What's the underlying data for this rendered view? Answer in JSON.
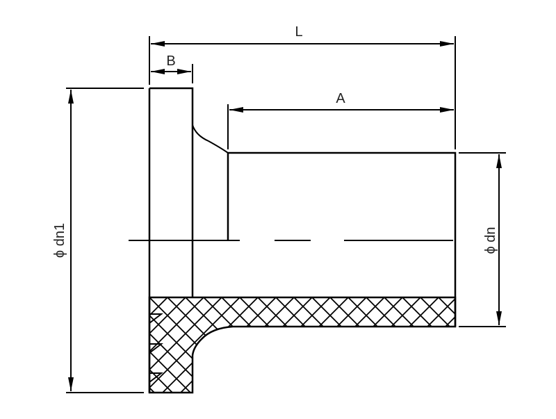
{
  "labels": {
    "L": "L",
    "B": "B",
    "A": "A",
    "dn1": "ϕ dn1",
    "dn": "ϕ dn"
  },
  "colors": {
    "line": "#000000",
    "background": "#ffffff"
  }
}
